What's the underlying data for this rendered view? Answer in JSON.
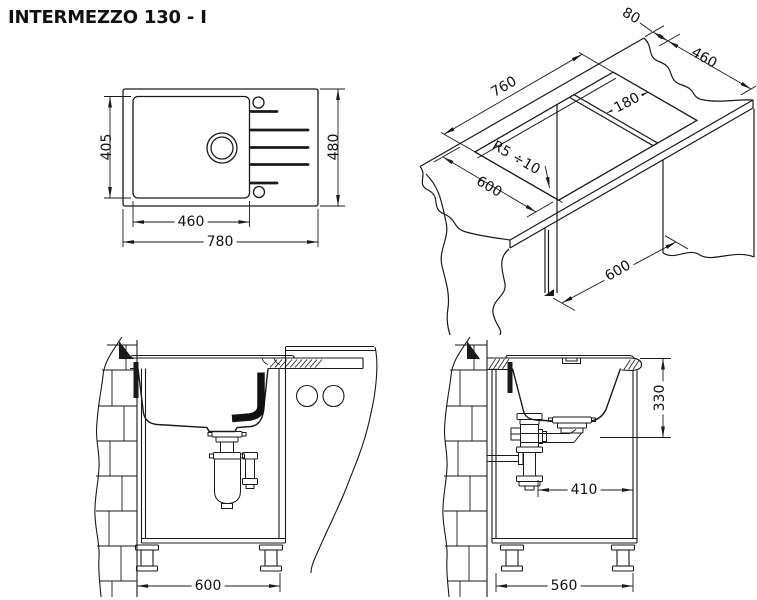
{
  "title": "INTERMEZZO 130 - I",
  "drawing": {
    "plan": {
      "d405": "405",
      "d480": "480",
      "d460": "460",
      "d780": "780"
    },
    "isometric": {
      "d760": "760",
      "d80": "80",
      "d460": "460",
      "d180": "180",
      "radius": "R5 ÷10",
      "depth600": "600",
      "width600": "600"
    },
    "front": {
      "d600": "600"
    },
    "side": {
      "d330": "330",
      "d410": "410",
      "d560": "560"
    }
  }
}
